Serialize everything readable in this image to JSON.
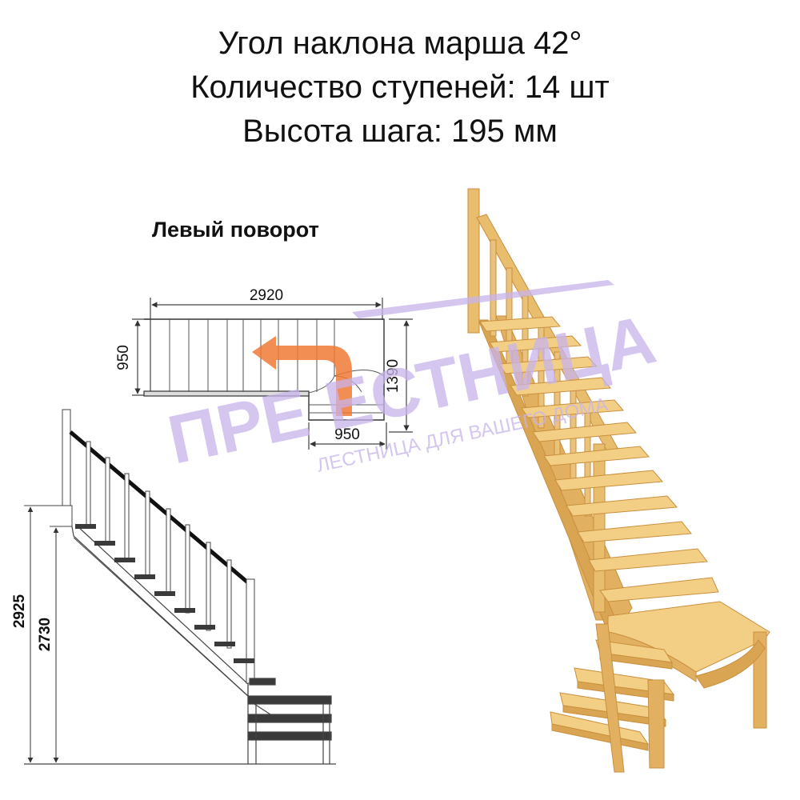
{
  "header": {
    "line1": "Угол наклона марша 42°",
    "line2": "Количество ступеней: 14 шт",
    "line3": "Высота шага: 195 мм"
  },
  "plan": {
    "label": "Левый поворот",
    "dim_length": "2920",
    "dim_width": "950",
    "dim_side": "1390",
    "dim_bottom": "950"
  },
  "elevation": {
    "dim_total": "2925",
    "dim_floor": "2730"
  },
  "watermark": {
    "brand": "ПРЕ  ЕСТНИЦА",
    "tagline": "ЛЕСТНИЦА ДЛЯ ВАШЕГО ДОМА",
    "color_purple": "#c8b4ec",
    "color_orange": "#f5a86e"
  },
  "colors": {
    "wood_light": "#f2cf85",
    "wood_mid": "#e2b061",
    "wood_dark": "#c98f3d",
    "arrow": "#f07a35",
    "line": "#333333"
  }
}
